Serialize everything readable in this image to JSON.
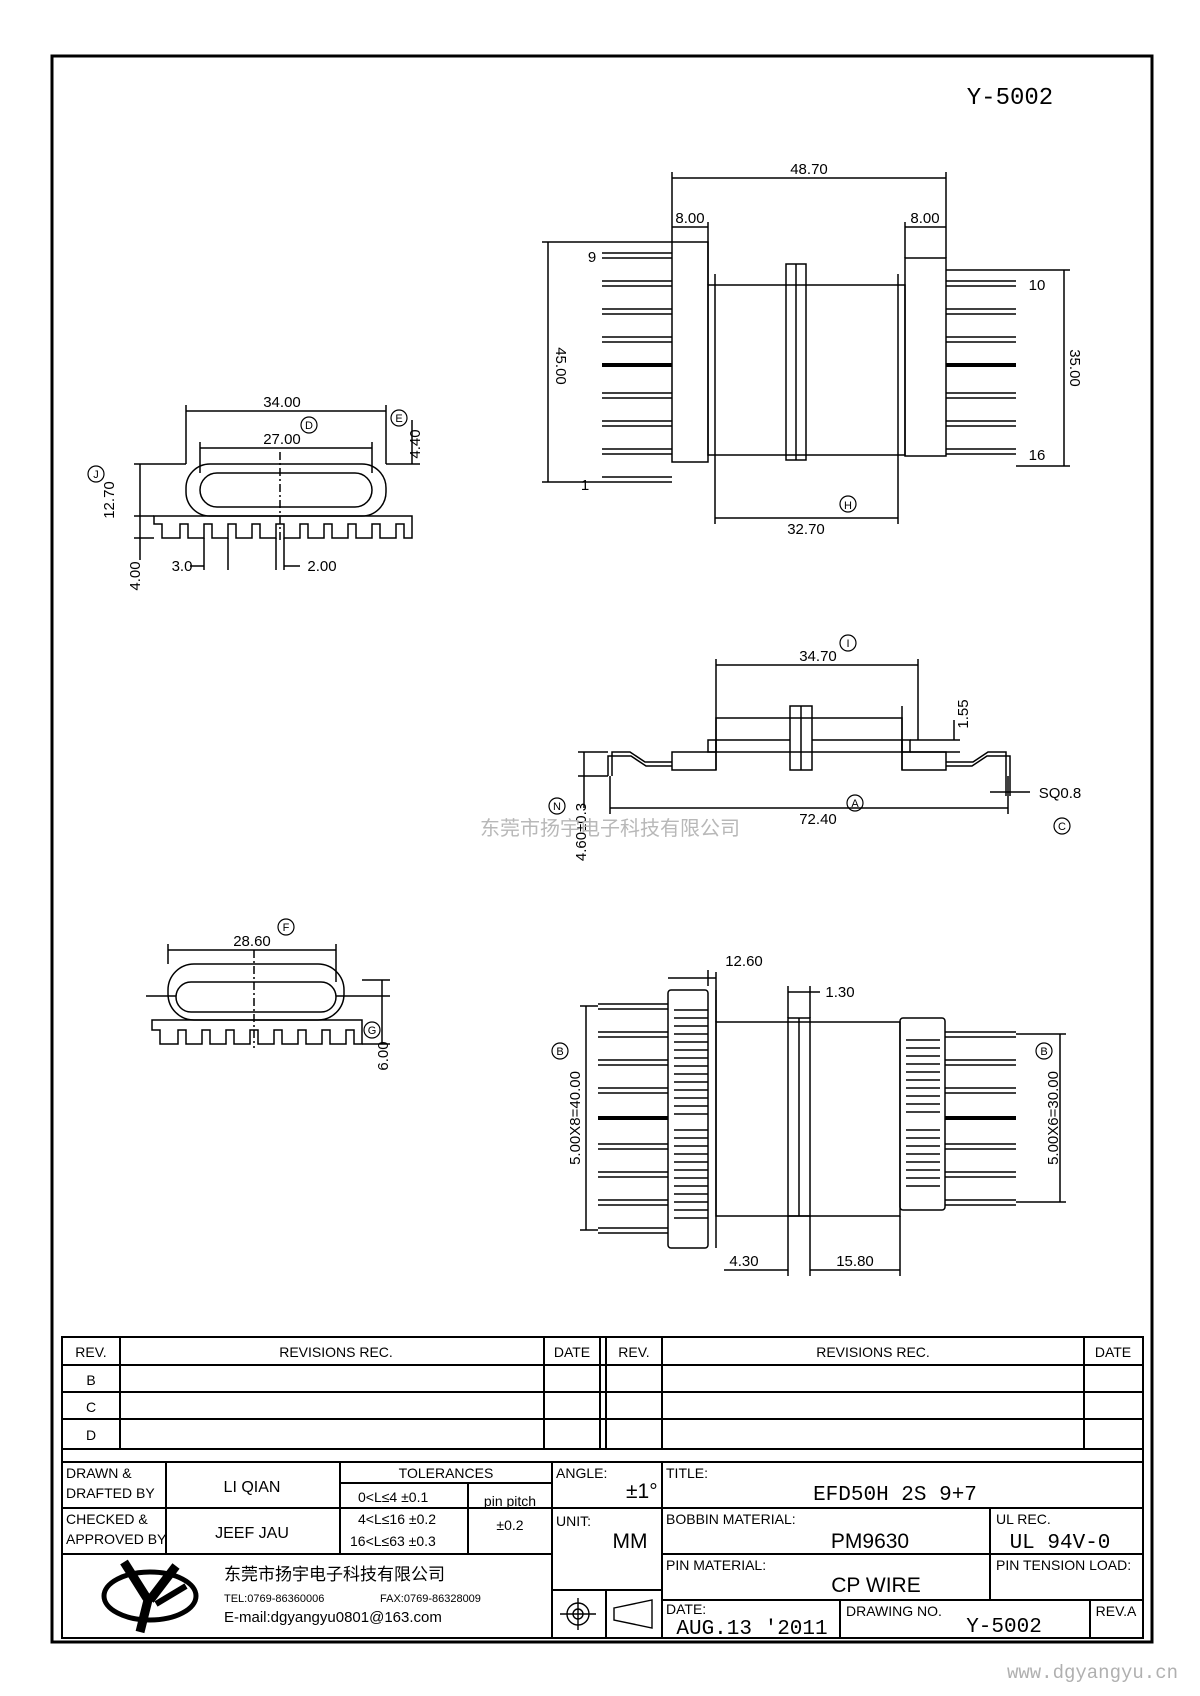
{
  "drawing_code": "Y-5002",
  "watermark_text": "东莞市扬宇电子科技有限公司",
  "footer_url": "www.dgyangyu.cn",
  "dimensions": {
    "top_view": {
      "overall_width": "48.70",
      "flange_left": "8.00",
      "flange_right": "8.00",
      "height_left": "45.00",
      "height_right": "35.00",
      "core_width": "32.70",
      "pin_9": "9",
      "pin_1": "1",
      "pin_10": "10",
      "pin_16": "16",
      "callout": "H"
    },
    "end_view": {
      "outer_width": "34.00",
      "inner_width": "27.00",
      "slot_height": "4.40",
      "total_height": "12.70",
      "base_height": "4.00",
      "pin_spacing": "3.0",
      "gap": "2.00",
      "callout_d": "D",
      "callout_e": "E",
      "callout_j": "J"
    },
    "side_view": {
      "core_length": "34.70",
      "flange_thk": "1.55",
      "span": "72.40",
      "pin_sq": "SQ0.8",
      "pin_height": "4.60±0.3",
      "callout_i": "I",
      "callout_a": "A",
      "callout_c": "C",
      "callout_n": "N"
    },
    "end_view_2": {
      "outer_width": "28.60",
      "height": "6.00",
      "callout_f": "F",
      "callout_g": "G"
    },
    "bottom_view": {
      "flange_w": "12.60",
      "flange_t": "1.30",
      "pitch_left": "5.00X8=40.00",
      "pitch_right": "5.00X6=30.00",
      "offset": "4.30",
      "center": "15.80",
      "callout_b": "B"
    }
  },
  "revisions": {
    "headers": [
      "REV.",
      "REVISIONS  REC.",
      "DATE",
      "REV.",
      "REVISIONS  REC.",
      "DATE"
    ],
    "rows": [
      "B",
      "C",
      "D"
    ]
  },
  "title_block": {
    "drawn_label": "DRAWN &\nDRAFTED BY",
    "drawn_by": "LI QIAN",
    "checked_label": "CHECKED &\nAPPROVED BY",
    "checked_by": "JEEF JAU",
    "tolerances_label": "TOLERANCES",
    "tol_1": "0<L≤4   ±0.1",
    "tol_2": "4<L≤16  ±0.2",
    "tol_3": "16<L≤63 ±0.3",
    "pin_pitch_label": "pin pitch",
    "pin_pitch_val": "±0.2",
    "angle_label": "ANGLE:",
    "angle_val": "±1°",
    "unit_label": "UNIT:",
    "unit_val": "MM",
    "title_label": "TITLE:",
    "title_val": "EFD50H 2S 9+7",
    "bobbin_label": "BOBBIN MATERIAL:",
    "bobbin_val": "PM9630",
    "ul_label": "UL REC.",
    "ul_val": "UL 94V-0",
    "pin_mat_label": "PIN MATERIAL:",
    "pin_mat_val": "CP WIRE",
    "pin_tension_label": "PIN TENSION LOAD:",
    "date_label": "DATE:",
    "date_val": "AUG.13 '2011",
    "drawing_no_label": "DRAWING NO.",
    "drawing_no_val": "Y-5002",
    "rev_label": "REV.A",
    "company_cn": "东莞市扬宇电子科技有限公司",
    "tel": "TEL:0769-86360006",
    "fax": "FAX:0769-86328009",
    "email": "E-mail:dgyangyu0801@163.com"
  }
}
